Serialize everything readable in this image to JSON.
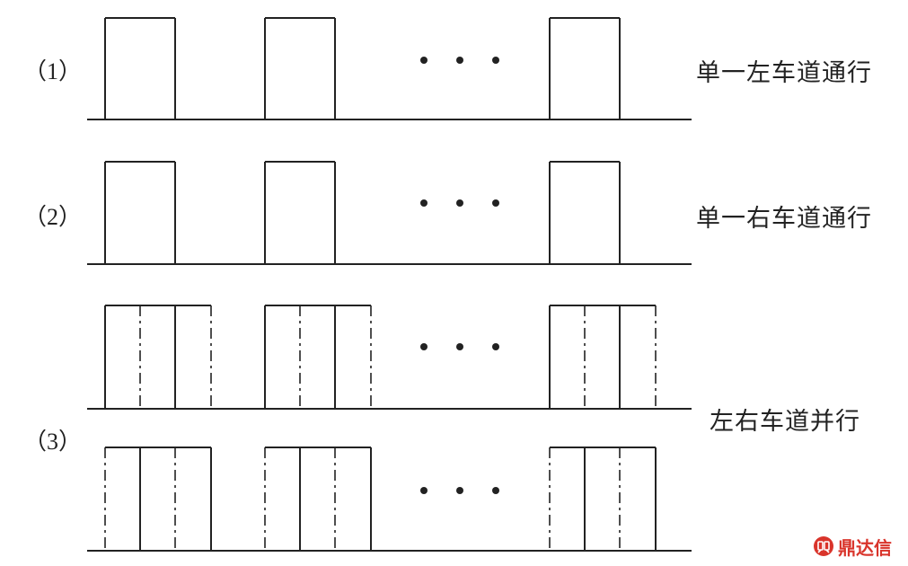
{
  "rows": [
    {
      "id": "row1",
      "case_label": "（1）",
      "mode_label": "单一左车道通行"
    },
    {
      "id": "row2",
      "case_label": "（2）",
      "mode_label": "单一右车道通行"
    },
    {
      "id": "row3",
      "case_label": "（3）",
      "mode_label": "左右车道并行"
    }
  ],
  "ellipsis": "• • •",
  "watermark": {
    "text": "鼎达信",
    "color": "#d9342b"
  },
  "colors": {
    "line": "#222222"
  }
}
